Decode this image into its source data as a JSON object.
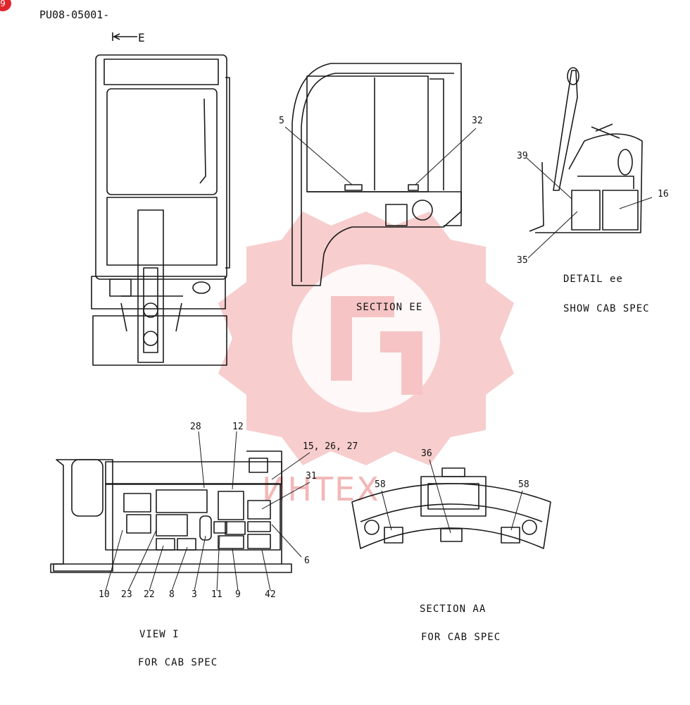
{
  "header": {
    "part_code": "PU08-05001-",
    "page_mark": "9"
  },
  "section_arrow": {
    "label": "E"
  },
  "watermark": {
    "text": "ИНТЕХ"
  },
  "captions": {
    "section_ee": "SECTION EE",
    "detail_ee": "DETAIL ee",
    "show_cab_spec": "SHOW CAB SPEC",
    "view_i": "VIEW I",
    "view_i_spec": "FOR CAB SPEC",
    "section_aa": "SECTION AA",
    "section_aa_spec": "FOR CAB SPEC"
  },
  "callouts": {
    "section_ee": [
      "5",
      "32"
    ],
    "detail_ee": [
      "39",
      "16",
      "35"
    ],
    "view_i_top": [
      "28",
      "12",
      "15, 26, 27",
      "31",
      "6"
    ],
    "view_i_bottom": [
      "10",
      "23",
      "22",
      "8",
      "3",
      "11",
      "9",
      "42"
    ],
    "section_aa": [
      "36",
      "58",
      "58"
    ]
  }
}
